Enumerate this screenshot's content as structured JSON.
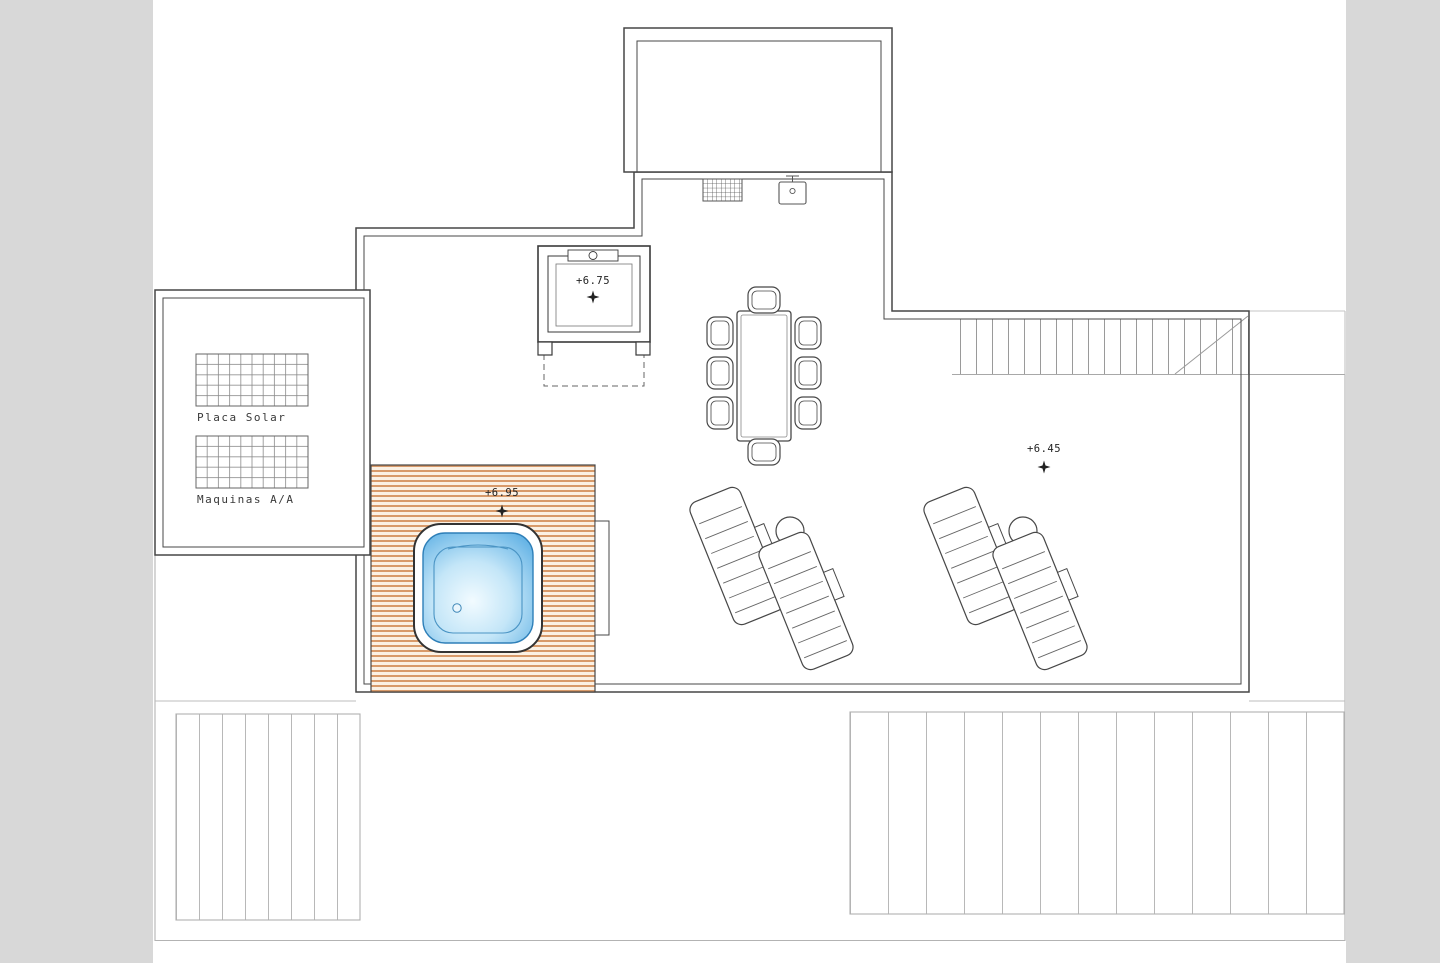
{
  "page": {
    "background": "#ffffff",
    "side_strip_color": "#d8d8d8"
  },
  "plan": {
    "room_labels": {
      "placa_solar": "Placa Solar",
      "maquinas_aa": "Maquinas A/A"
    },
    "level_markers": {
      "elevator": "+6.75",
      "deck": "+6.95",
      "terrace": "+6.45"
    },
    "colors": {
      "wall_line": "#474747",
      "light_line": "#b3b3b3",
      "stair_line": "#9a9a9a",
      "deck_stripe": "#d4915c",
      "deck_bg": "#fbf1e4",
      "water_deep": "#55abe2",
      "water_mid": "#c4e6f8",
      "water_light": "#f2fbff"
    }
  }
}
